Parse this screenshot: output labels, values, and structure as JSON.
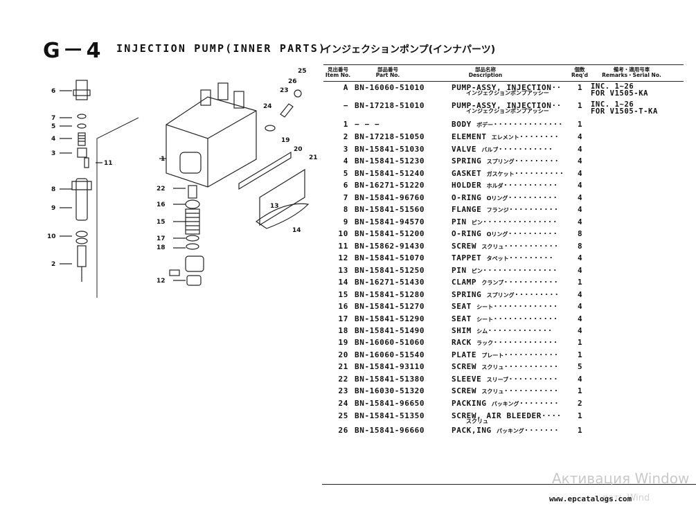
{
  "page": {
    "code": "G－4",
    "title_en": "INJECTION PUMP(INNER PARTS)",
    "title_jp": "インジェクションポンプ(インナパーツ)"
  },
  "table_header": {
    "item_jp": "見出番号",
    "item_en": "Item No.",
    "part_jp": "部品番号",
    "part_en": "Part No.",
    "desc_jp": "部品名称",
    "desc_en": "Description",
    "req_jp": "個数",
    "req_en": "Req'd",
    "rem_jp": "備考・適用号車",
    "rem_en": "Remarks・Serial No."
  },
  "rows": [
    {
      "no": "A",
      "part": "BN-16060-51010",
      "desc": "PUMP-ASSY, INJECTION",
      "dots": "··",
      "qty": "1",
      "sub": "インジェクションポンプアッシー",
      "rem1": "INC. 1~26",
      "rem2": "FOR V1505-KA"
    },
    {
      "no": "−",
      "part": "BN-17218-51010",
      "desc": "PUMP-ASSY, INJECTION",
      "dots": "··",
      "qty": "1",
      "sub": "インジェクションポンプアッシー",
      "rem1": "INC. 1~26",
      "rem2": "FOR V1505-T-KA"
    },
    {
      "no": "1",
      "part": "−  −  −",
      "desc": "BODY",
      "jp": "ボデー",
      "dots": "··············",
      "qty": "1"
    },
    {
      "no": "2",
      "part": "BN-17218-51050",
      "desc": "ELEMENT",
      "jp": "エレメント",
      "dots": "········",
      "qty": "4"
    },
    {
      "no": "3",
      "part": "BN-15841-51030",
      "desc": "VALVE",
      "jp": "バルブ",
      "dots": "···········",
      "qty": "4"
    },
    {
      "no": "4",
      "part": "BN-15841-51230",
      "desc": "SPRING",
      "jp": "スプリング",
      "dots": "·········",
      "qty": "4"
    },
    {
      "no": "5",
      "part": "BN-15841-51240",
      "desc": "GASKET",
      "jp": "ガスケット",
      "dots": "··········",
      "qty": "4"
    },
    {
      "no": "6",
      "part": "BN-16271-51220",
      "desc": "HOLDER",
      "jp": "ホルダ",
      "dots": "···········",
      "qty": "4"
    },
    {
      "no": "7",
      "part": "BN-15841-96760",
      "desc": "O-RING",
      "jp": "Oリング",
      "dots": "··········",
      "qty": "4"
    },
    {
      "no": "8",
      "part": "BN-15841-51560",
      "desc": "FLANGE",
      "jp": "フランジ",
      "dots": "··········",
      "qty": "4"
    },
    {
      "no": "9",
      "part": "BN-15841-94570",
      "desc": "PIN",
      "jp": "ピン",
      "dots": "···············",
      "qty": "4"
    },
    {
      "no": "10",
      "part": "BN-15841-51200",
      "desc": "O-RING",
      "jp": "Oリング",
      "dots": "··········",
      "qty": "8"
    },
    {
      "no": "11",
      "part": "BN-15862-91430",
      "desc": "SCREW",
      "jp": "スクリュ",
      "dots": "···········",
      "qty": "8"
    },
    {
      "no": "12",
      "part": "BN-15841-51070",
      "desc": "TAPPET",
      "jp": "タペット",
      "dots": "·········",
      "qty": "4"
    },
    {
      "no": "13",
      "part": "BN-15841-51250",
      "desc": "PIN",
      "jp": "ピン",
      "dots": "···············",
      "qty": "4"
    },
    {
      "no": "14",
      "part": "BN-16271-51430",
      "desc": "CLAMP",
      "jp": "クランプ",
      "dots": "···········",
      "qty": "1"
    },
    {
      "no": "15",
      "part": "BN-15841-51280",
      "desc": "SPRING",
      "jp": "スプリング",
      "dots": "·········",
      "qty": "4"
    },
    {
      "no": "16",
      "part": "BN-15841-51270",
      "desc": "SEAT",
      "jp": "シート",
      "dots": "·············",
      "qty": "4"
    },
    {
      "no": "17",
      "part": "BN-15841-51290",
      "desc": "SEAT",
      "jp": "シート",
      "dots": "·············",
      "qty": "4"
    },
    {
      "no": "18",
      "part": "BN-15841-51490",
      "desc": "SHIM",
      "jp": "シム",
      "dots": "·············",
      "qty": "4"
    },
    {
      "no": "19",
      "part": "BN-16060-51060",
      "desc": "RACK",
      "jp": "ラック",
      "dots": "·············",
      "qty": "1"
    },
    {
      "no": "20",
      "part": "BN-16060-51540",
      "desc": "PLATE",
      "jp": "プレート",
      "dots": "···········",
      "qty": "1"
    },
    {
      "no": "21",
      "part": "BN-15841-93110",
      "desc": "SCREW",
      "jp": "スクリュ",
      "dots": "···········",
      "qty": "5"
    },
    {
      "no": "22",
      "part": "BN-15841-51380",
      "desc": "SLEEVE",
      "jp": "スリーブ",
      "dots": "··········",
      "qty": "4"
    },
    {
      "no": "23",
      "part": "BN-16030-51320",
      "desc": "SCREW",
      "jp": "スクリュ",
      "dots": "···········",
      "qty": "1"
    },
    {
      "no": "24",
      "part": "BN-15841-96650",
      "desc": "PACKING",
      "jp": "パッキング",
      "dots": "········",
      "qty": "2"
    },
    {
      "no": "25",
      "part": "BN-15841-51350",
      "desc": "SCREW, AIR BLEEDER",
      "dots": "····",
      "qty": "1",
      "sub": "スクリュ"
    },
    {
      "no": "26",
      "part": "BN-15841-96660",
      "desc": "PACK,ING",
      "jp": "パッキング",
      "dots": "·······",
      "qty": "1"
    }
  ],
  "callouts": [
    "1",
    "2",
    "3",
    "4",
    "5",
    "6",
    "7",
    "8",
    "9",
    "10",
    "11",
    "12",
    "13",
    "14",
    "15",
    "16",
    "17",
    "18",
    "19",
    "20",
    "21",
    "22",
    "23",
    "24",
    "25",
    "26"
  ],
  "footer": {
    "url": "www.epcatalogs.com",
    "watermark": "Активация Window",
    "watermark2": "рать Wind"
  }
}
